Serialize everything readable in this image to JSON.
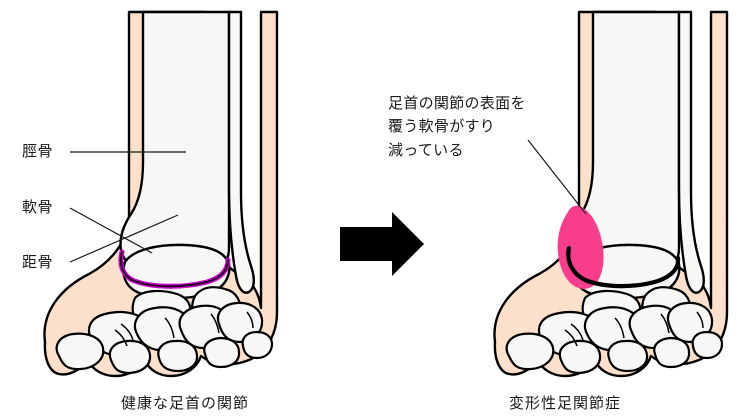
{
  "figure": {
    "kind": "medical-illustration",
    "subject": "ankle-joint-comparison",
    "background_color": "#ffffff"
  },
  "colors": {
    "skin": "#FCE0CC",
    "bone": "#F7F7F5",
    "outline": "#000000",
    "healthy_cartilage": "#CC00CC",
    "worn_lesion": "#F73D8C",
    "text": "#1a1a1a",
    "arrow": "#000000"
  },
  "labels": {
    "tibia": "脛骨",
    "cartilage": "軟骨",
    "talus": "距骨"
  },
  "annotation": {
    "line1": "足首の関節の表面を",
    "line2": "覆う軟骨がすり",
    "line3": "減っている"
  },
  "captions": {
    "left": "健康な足首の関節",
    "right": "変形性足関節症"
  },
  "arrow": {
    "direction": "right",
    "name": "progression-arrow"
  },
  "panels": [
    {
      "id": "left",
      "caption": "健康な足首の関節",
      "state": "healthy"
    },
    {
      "id": "right",
      "caption": "変形性足関節症",
      "state": "osteoarthritis"
    }
  ]
}
